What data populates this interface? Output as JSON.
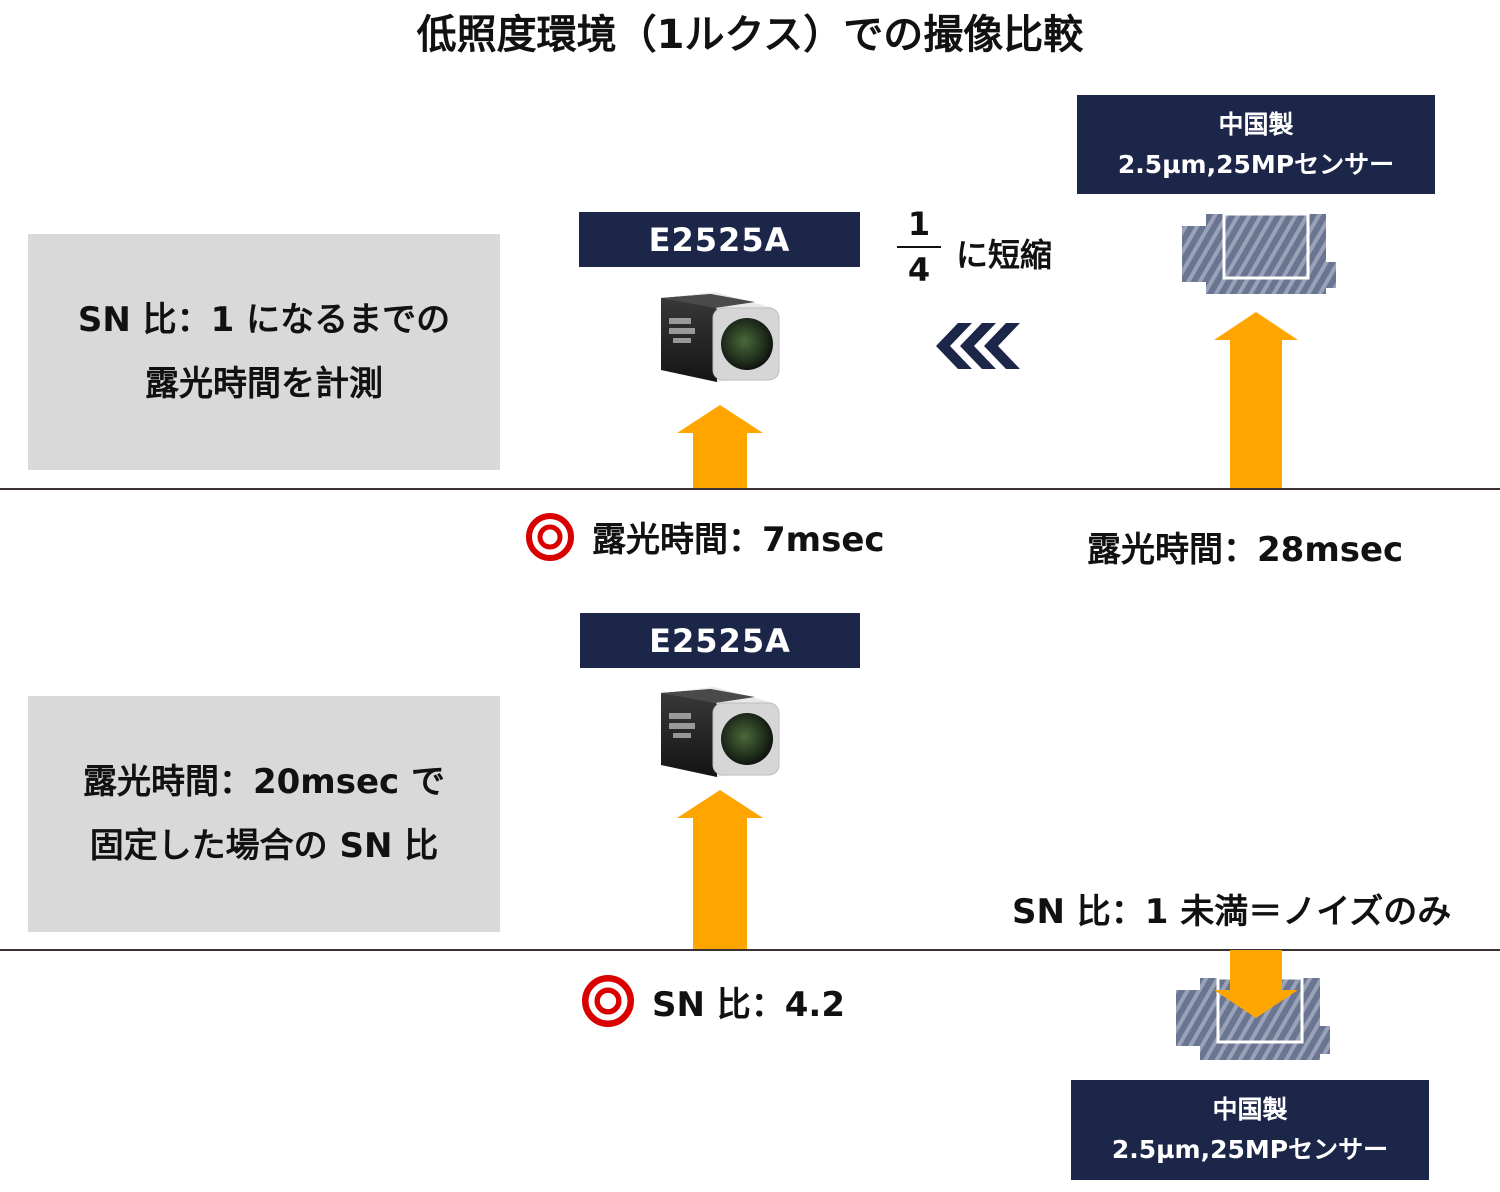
{
  "title": "低照度環境（1ルクス）での撮像比較",
  "colors": {
    "navy": "#1c2649",
    "arrow_orange": "#ffa500",
    "gray_box": "#d9d9d9",
    "target_red": "#d90000",
    "sensor_stripe": "#6a7591"
  },
  "section1": {
    "condition_lines": [
      "SN 比：1 になるまでの",
      "露光時間を計測"
    ],
    "camera_label": "E2525A",
    "competitor_label_lines": [
      "中国製",
      "2.5µm,25MPセンサー"
    ],
    "reduction": {
      "numerator": "1",
      "denominator": "4",
      "suffix": "に短縮"
    },
    "chevron_icon": "triple-chevron-left",
    "camera_result": {
      "icon": "double-circle-target",
      "text": "露光時間：7msec"
    },
    "competitor_result": {
      "text": "露光時間：28msec"
    }
  },
  "section2": {
    "condition_lines": [
      "露光時間：20msec で",
      "固定した場合の SN 比"
    ],
    "camera_label": "E2525A",
    "competitor_label_lines": [
      "中国製",
      "2.5µm,25MPセンサー"
    ],
    "camera_result": {
      "icon": "double-circle-target",
      "text": "SN 比：4.2"
    },
    "competitor_result": {
      "text": "SN 比：1 未満＝ノイズのみ"
    }
  }
}
